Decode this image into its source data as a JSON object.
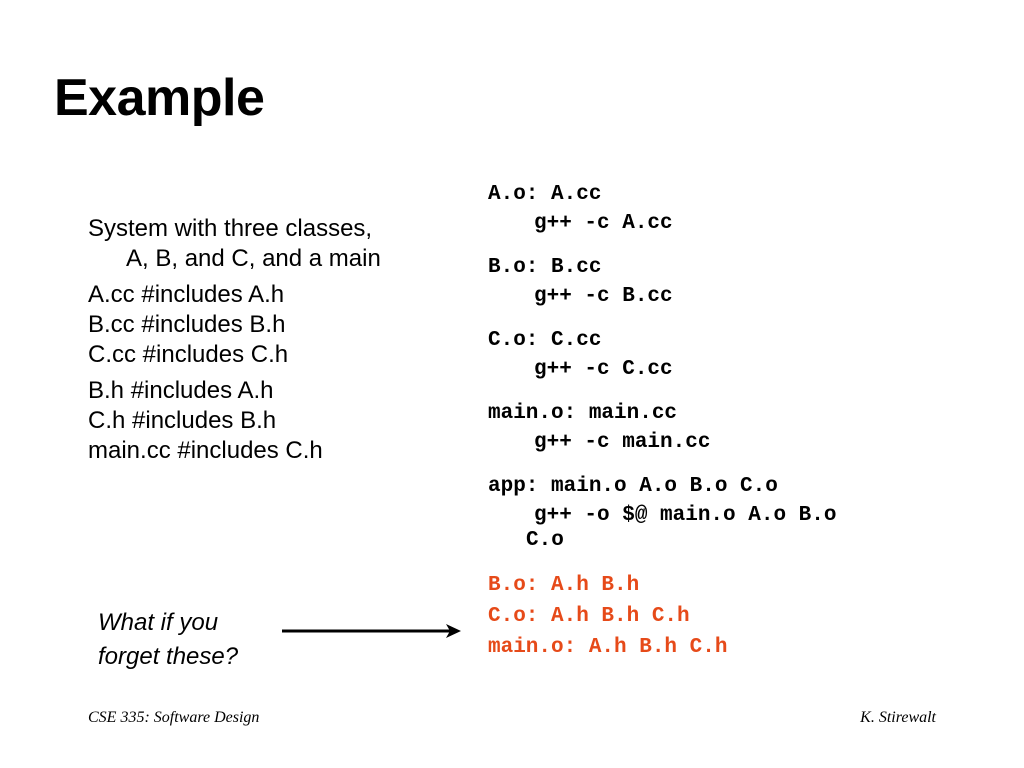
{
  "slide": {
    "title": "Example"
  },
  "left": {
    "p1_line1": "System with three classes,",
    "p1_line2": "A, B, and C, and a main",
    "includes_cc": [
      "A.cc #includes A.h",
      "B.cc #includes B.h",
      "C.cc #includes C.h"
    ],
    "includes_h": [
      "B.h #includes A.h",
      "C.h #includes B.h",
      "main.cc #includes C.h"
    ]
  },
  "makefile": {
    "rules": [
      {
        "target": "A.o: A.cc",
        "command": "g++ -c A.cc"
      },
      {
        "target": "B.o: B.cc",
        "command": "g++ -c B.cc"
      },
      {
        "target": "C.o: C.cc",
        "command": "g++ -c C.cc"
      },
      {
        "target": "main.o: main.cc",
        "command": "g++ -c main.cc"
      },
      {
        "target": "app: main.o A.o B.o C.o",
        "command": "g++ -o $@ main.o A.o B.o",
        "command_cont": "C.o"
      }
    ],
    "header_deps": [
      "B.o: A.h B.h",
      "C.o: A.h B.h C.h",
      "main.o: A.h B.h C.h"
    ],
    "deps_color": "#e64a19"
  },
  "question": {
    "line1": "What if you",
    "line2": "forget these?"
  },
  "footer": {
    "left": "CSE 335: Software Design",
    "right": "K. Stirewalt"
  }
}
